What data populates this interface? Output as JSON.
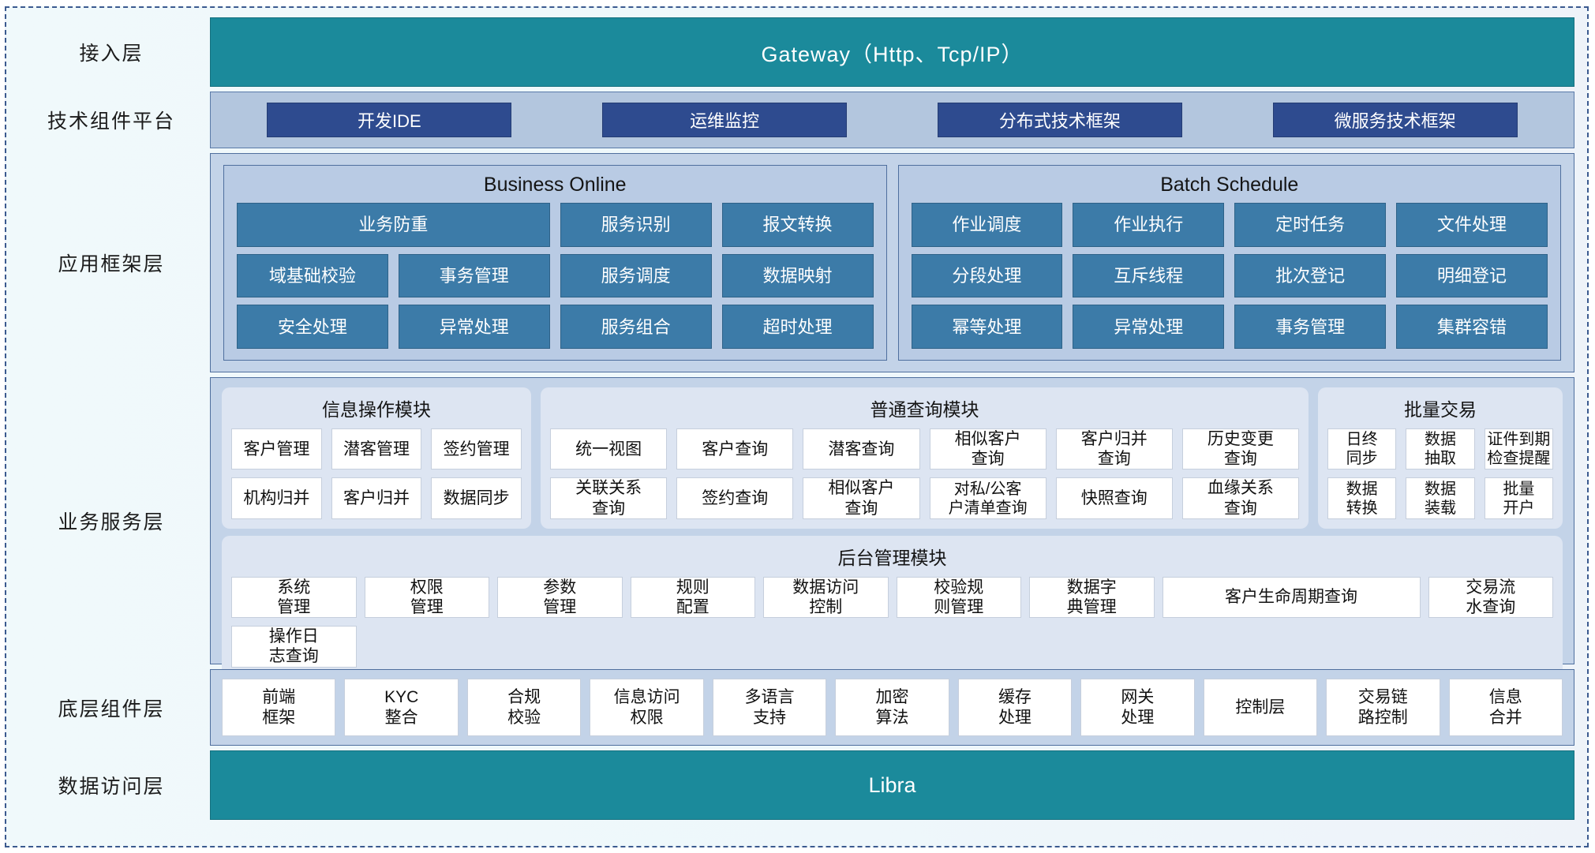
{
  "layers": [
    {
      "label": "接入层"
    },
    {
      "label": "技术组件平台"
    },
    {
      "label": "应用框架层"
    },
    {
      "label": "业务服务层"
    },
    {
      "label": "底层组件层"
    },
    {
      "label": "数据访问层"
    }
  ],
  "access_layer": {
    "title": "Gateway（Http、Tcp/IP）"
  },
  "tech_platform": {
    "chips": [
      "开发IDE",
      "运维监控",
      "分布式技术框架",
      "微服务技术框架"
    ]
  },
  "app_framework": {
    "panels": [
      {
        "title": "Business Online",
        "cells": [
          "业务防重",
          "服务识别",
          "报文转换",
          "域基础校验",
          "事务管理",
          "服务调度",
          "数据映射",
          "安全处理",
          "异常处理",
          "服务组合",
          "超时处理"
        ]
      },
      {
        "title": "Batch Schedule",
        "cells": [
          "作业调度",
          "作业执行",
          "定时任务",
          "文件处理",
          "分段处理",
          "互斥线程",
          "批次登记",
          "明细登记",
          "幂等处理",
          "异常处理",
          "事务管理",
          "集群容错"
        ]
      }
    ]
  },
  "business_service": {
    "modules": [
      {
        "title": "信息操作模块",
        "cells": [
          "客户管理",
          "潜客管理",
          "签约管理",
          "机构归并",
          "客户归并",
          "数据同步"
        ]
      },
      {
        "title": "普通查询模块",
        "cells": [
          "统一视图",
          "客户查询",
          "潜客查询",
          "相似客户\n查询",
          "客户归并\n查询",
          "历史变更\n查询",
          "关联关系\n查询",
          "签约查询",
          "相似客户\n查询",
          "对私/公客\n户清单查询",
          "快照查询",
          "血缘关系\n查询"
        ]
      },
      {
        "title": "批量交易",
        "cells": [
          "日终\n同步",
          "数据\n抽取",
          "证件到期\n检查提醒",
          "数据\n转换",
          "数据\n装载",
          "批量\n开户"
        ]
      }
    ],
    "admin_module": {
      "title": "后台管理模块",
      "cells": [
        {
          "label": "系统\n管理",
          "wide": false
        },
        {
          "label": "权限\n管理",
          "wide": false
        },
        {
          "label": "参数\n管理",
          "wide": false
        },
        {
          "label": "规则\n配置",
          "wide": false
        },
        {
          "label": "数据访问\n控制",
          "wide": false
        },
        {
          "label": "校验规\n则管理",
          "wide": false
        },
        {
          "label": "数据字\n典管理",
          "wide": false
        },
        {
          "label": "客户生命周期查询",
          "wide": true
        },
        {
          "label": "交易流\n水查询",
          "wide": false
        },
        {
          "label": "操作日\n志查询",
          "wide": false
        }
      ]
    }
  },
  "bottom_components": {
    "cells": [
      "前端\n框架",
      "KYC\n整合",
      "合规\n校验",
      "信息访问\n权限",
      "多语言\n支持",
      "加密\n算法",
      "缓存\n处理",
      "网关\n处理",
      "控制层",
      "交易链\n路控制",
      "信息\n合并"
    ]
  },
  "data_access_layer": {
    "title": "Libra"
  },
  "colors": {
    "teal": "#1b8a9b",
    "dark_blue_chip": "#2e4b8f",
    "mid_blue_cell": "#3c7ba8",
    "panel_bg": "#c3d3e8",
    "module_bg": "#dde5f2",
    "white_cell": "#ffffff"
  }
}
